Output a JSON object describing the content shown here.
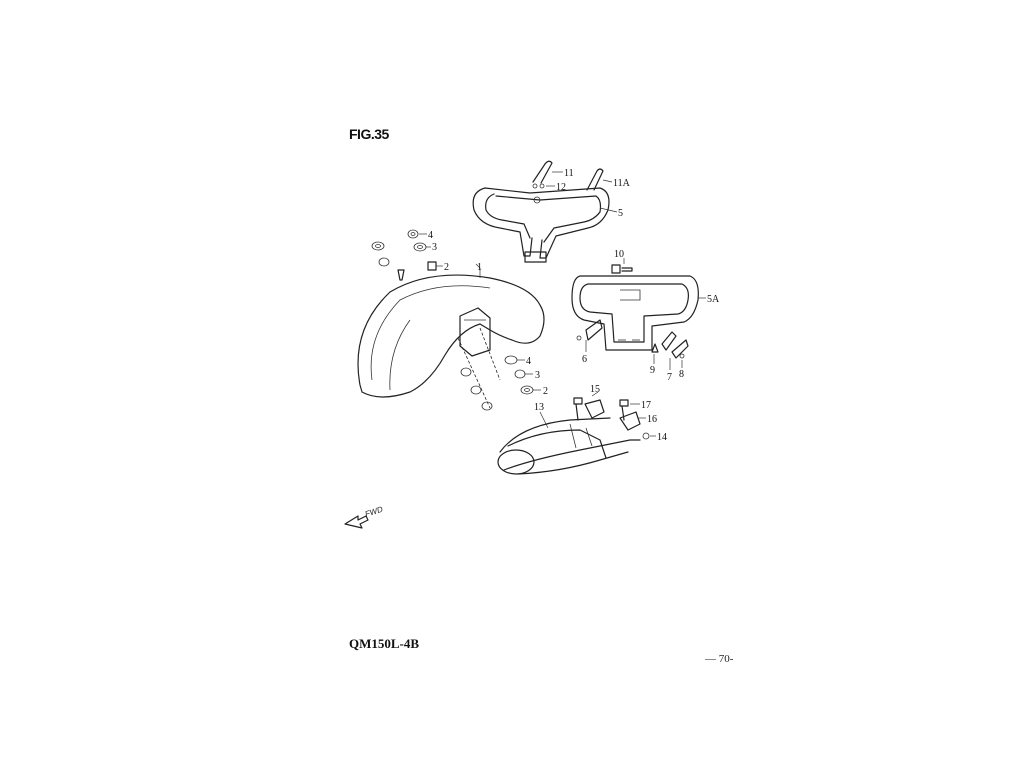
{
  "figure_title": "FIG.35",
  "model": "QM150L-4B",
  "page_number": "— 70-",
  "fwd_label": "FWD",
  "callouts": [
    {
      "id": "c11",
      "label": "11"
    },
    {
      "id": "c11a",
      "label": "11A"
    },
    {
      "id": "c12",
      "label": "12"
    },
    {
      "id": "c5",
      "label": "5"
    },
    {
      "id": "c4a",
      "label": "4"
    },
    {
      "id": "c3a",
      "label": "3"
    },
    {
      "id": "c2a",
      "label": "2"
    },
    {
      "id": "c1",
      "label": "1"
    },
    {
      "id": "c10",
      "label": "10"
    },
    {
      "id": "c5a",
      "label": "5A"
    },
    {
      "id": "c6",
      "label": "6"
    },
    {
      "id": "c9",
      "label": "9"
    },
    {
      "id": "c7",
      "label": "7"
    },
    {
      "id": "c8",
      "label": "8"
    },
    {
      "id": "c4b",
      "label": "4"
    },
    {
      "id": "c3b",
      "label": "3"
    },
    {
      "id": "c2b",
      "label": "2"
    },
    {
      "id": "c15",
      "label": "15"
    },
    {
      "id": "c13",
      "label": "13"
    },
    {
      "id": "c17",
      "label": "17"
    },
    {
      "id": "c16",
      "label": "16"
    },
    {
      "id": "c14",
      "label": "14"
    }
  ]
}
